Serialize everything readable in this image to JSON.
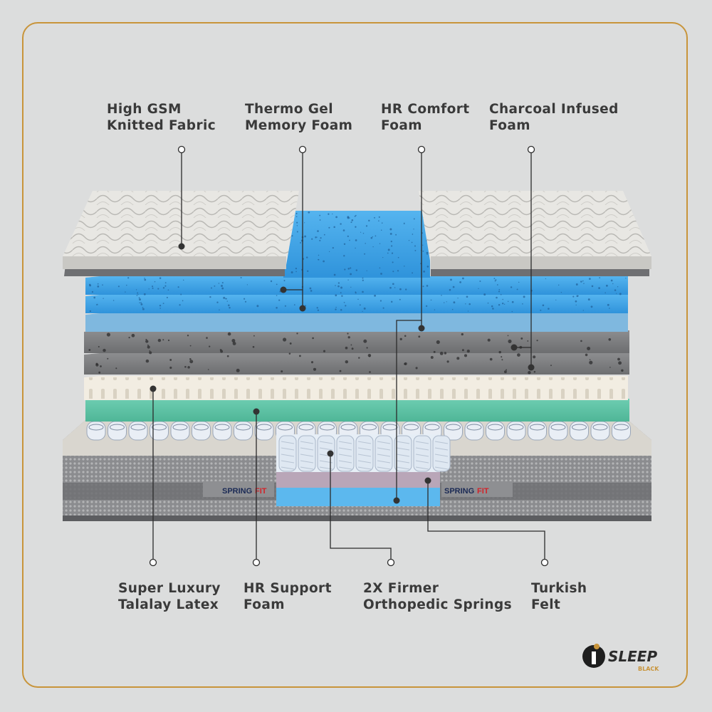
{
  "labels_top": [
    {
      "line1": "High GSM",
      "line2": "Knitted Fabric"
    },
    {
      "line1": "Thermo Gel",
      "line2": "Memory Foam"
    },
    {
      "line1": "HR Comfort",
      "line2": "Foam"
    },
    {
      "line1": "Charcoal Infused",
      "line2": "Foam"
    }
  ],
  "labels_bottom": [
    {
      "line1": "Super Luxury",
      "line2": "Talalay Latex"
    },
    {
      "line1": "HR Support",
      "line2": "Foam"
    },
    {
      "line1": "2X Firmer",
      "line2": "Orthopedic Springs"
    },
    {
      "line1": "Turkish",
      "line2": "Felt"
    }
  ],
  "side_tag": {
    "part1": "SPRING",
    "part2": "FIT"
  },
  "logo": {
    "word": "SLEEP",
    "sub": "BLACK"
  },
  "colors": {
    "frame": "#c8943a",
    "background": "#dcdddd",
    "gel_blue": "#3ea3e6",
    "charcoal": "#7d7e80",
    "latex": "#f2ede2",
    "support_green": "#5fc3a6",
    "fabric": "#e8e7e3"
  }
}
